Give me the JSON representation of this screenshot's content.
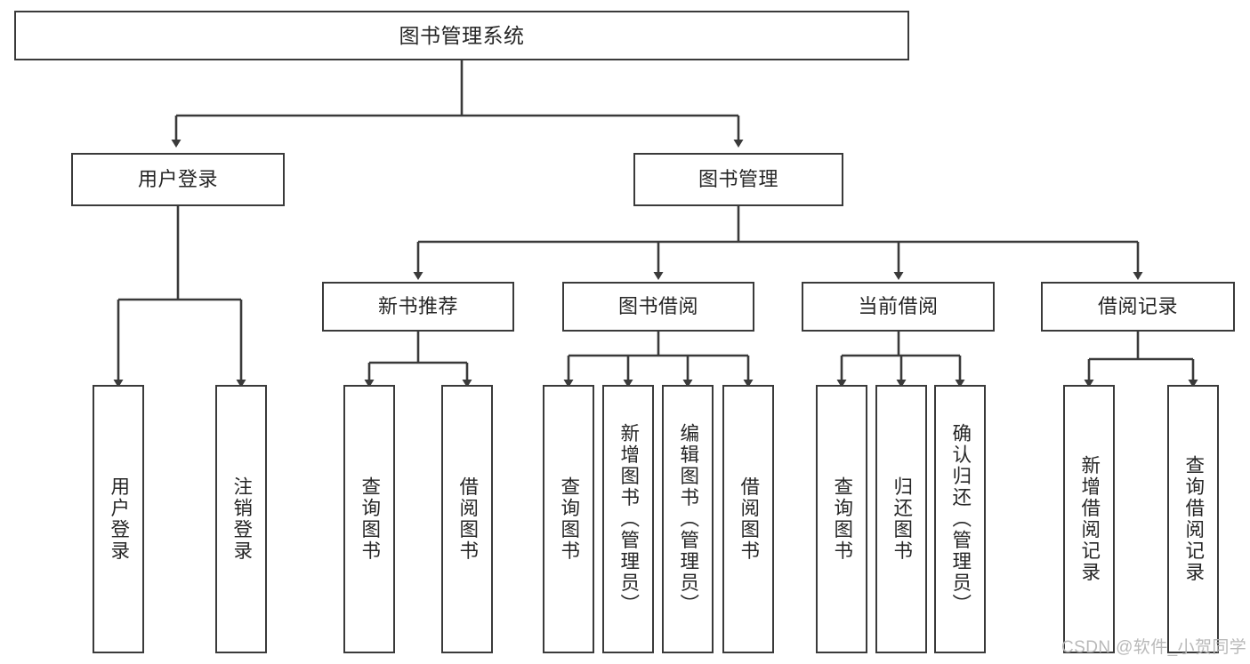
{
  "diagram": {
    "title": "图书管理系统",
    "watermark": "CSDN @软件_小贺同学",
    "stroke_color": "#3a3a3a",
    "text_color": "#262626",
    "background": "#ffffff",
    "root": {
      "label": "图书管理系统"
    },
    "level2": [
      {
        "label": "用户登录"
      },
      {
        "label": "图书管理"
      }
    ],
    "level3": [
      {
        "label": "新书推荐"
      },
      {
        "label": "图书借阅"
      },
      {
        "label": "当前借阅"
      },
      {
        "label": "借阅记录"
      }
    ],
    "leaves": {
      "user_login": [
        {
          "label": "用户登录"
        },
        {
          "label": "注销登录"
        }
      ],
      "new_book_recommend": [
        {
          "label": "查询图书"
        },
        {
          "label": "借阅图书"
        }
      ],
      "book_borrow": [
        {
          "label": "查询图书"
        },
        {
          "label": "新增图书（管理员）"
        },
        {
          "label": "编辑图书（管理员）"
        },
        {
          "label": "借阅图书"
        }
      ],
      "current_borrow": [
        {
          "label": "查询图书"
        },
        {
          "label": "归还图书"
        },
        {
          "label": "确认归还（管理员）"
        }
      ],
      "borrow_record": [
        {
          "label": "新增借阅记录"
        },
        {
          "label": "查询借阅记录"
        }
      ]
    }
  }
}
